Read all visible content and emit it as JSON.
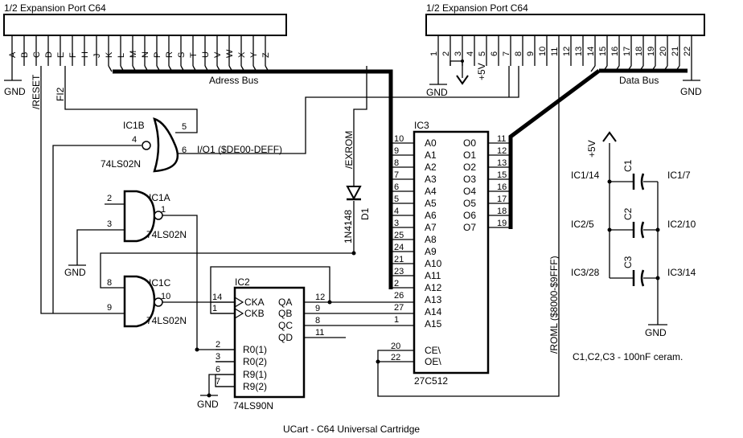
{
  "title": "UCart - C64 Universal Cartridge",
  "port_left": {
    "label": "1/2 Expansion Port C64",
    "pins": [
      "A",
      "B",
      "C",
      "D",
      "E",
      "F",
      "H",
      "J",
      "K",
      "L",
      "M",
      "N",
      "P",
      "R",
      "S",
      "T",
      "U",
      "V",
      "W",
      "X",
      "Y",
      "Z"
    ]
  },
  "port_right": {
    "label": "1/2 Expansion Port C64",
    "pins": [
      "1",
      "2",
      "3",
      "4",
      "5",
      "6",
      "7",
      "8",
      "9",
      "10",
      "11",
      "12",
      "13",
      "14",
      "15",
      "16",
      "17",
      "18",
      "19",
      "20",
      "21",
      "22"
    ]
  },
  "signals": {
    "gnd": "GND",
    "reset": "/RESET",
    "phi2": "FI2",
    "adress_bus": "Adress Bus",
    "data_bus": "Data Bus",
    "plus5v": "+5V",
    "io1": "I/O1 ($DE00-DEFF)",
    "exrom": "/EXROM",
    "roml": "/ROML ($8000-$9FFF)"
  },
  "parts": {
    "ic1b": {
      "name": "IC1B",
      "type": "74LS02N",
      "pins": [
        "5",
        "4",
        "6"
      ]
    },
    "ic1a": {
      "name": "IC1A",
      "type": "74LS02N",
      "pins": [
        "2",
        "3",
        "1"
      ]
    },
    "ic1c": {
      "name": "IC1C",
      "type": "74LS02N",
      "pins": [
        "8",
        "9",
        "10"
      ]
    },
    "ic2": {
      "name": "IC2",
      "type": "74LS90N",
      "left_labels": [
        "CKA",
        "CKB",
        "R0(1)",
        "R0(2)",
        "R9(1)",
        "R9(2)"
      ],
      "left_pins": [
        "14",
        "1",
        "2",
        "3",
        "6",
        "7"
      ],
      "right_labels": [
        "QA",
        "QB",
        "QC",
        "QD"
      ],
      "right_pins": [
        "12",
        "9",
        "8",
        "11"
      ]
    },
    "ic3": {
      "name": "IC3",
      "type": "27C512",
      "addr_labels": [
        "A0",
        "A1",
        "A2",
        "A3",
        "A4",
        "A5",
        "A6",
        "A7",
        "A8",
        "A9",
        "A10",
        "A11",
        "A12",
        "A13",
        "A14",
        "A15"
      ],
      "addr_pins": [
        "10",
        "9",
        "8",
        "7",
        "6",
        "5",
        "4",
        "3",
        "25",
        "24",
        "21",
        "23",
        "2",
        "26",
        "27",
        "1"
      ],
      "ctrl_labels": [
        "CE\\",
        "OE\\"
      ],
      "ctrl_pins": [
        "20",
        "22"
      ],
      "data_labels": [
        "O0",
        "O1",
        "O2",
        "O3",
        "O4",
        "O5",
        "O6",
        "O7"
      ],
      "data_pins": [
        "11",
        "12",
        "13",
        "15",
        "16",
        "17",
        "18",
        "19"
      ]
    },
    "d1": {
      "name": "D1",
      "type": "1N4148"
    },
    "caps": {
      "plus5v": "+5V",
      "names": [
        "C1",
        "C2",
        "C3"
      ],
      "left": [
        "IC1/14",
        "IC2/5",
        "IC3/28"
      ],
      "right": [
        "IC1/7",
        "IC2/10",
        "IC3/14"
      ],
      "gnd": "GND",
      "note": "C1,C2,C3 - 100nF ceram."
    }
  }
}
